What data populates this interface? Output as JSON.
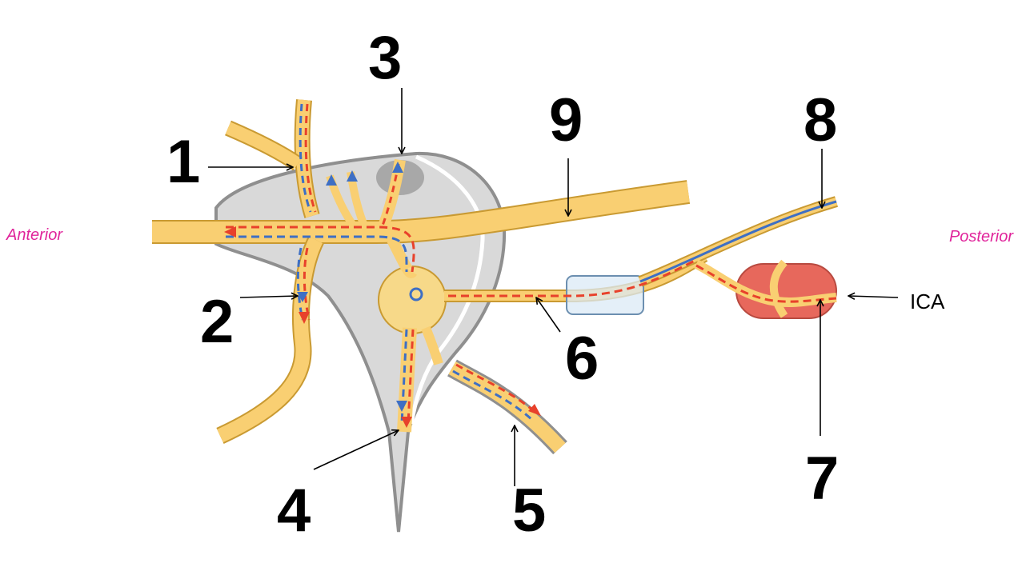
{
  "colors": {
    "nerve_fill": "#f9cf72",
    "nerve_edge": "#c99a32",
    "parasympathetic_dash": "#e8412b",
    "sympathetic_dash": "#3e6fc4",
    "capsule_fill": "#d9d9d9",
    "capsule_edge": "#8f8f8f",
    "artery_fill": "#e7685c",
    "label_accent": "#e0249b",
    "box_fill": "#dbeaf5",
    "box_edge": "#6c8fb0"
  },
  "orientation": {
    "anterior": "Anterior",
    "posterior": "Posterior"
  },
  "structures": {
    "ica": "ICA"
  },
  "labels": [
    "1",
    "2",
    "3",
    "4",
    "5",
    "6",
    "7",
    "8",
    "9"
  ]
}
